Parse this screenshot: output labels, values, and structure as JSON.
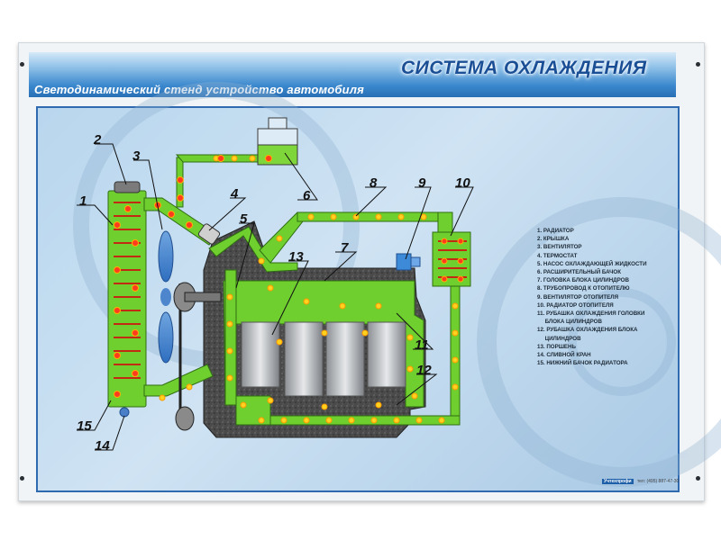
{
  "title": "СИСТЕМА ОХЛАЖДЕНИЯ",
  "subtitle": "Светодинамический стенд устройство автомобиля",
  "numbers": [
    "1",
    "2",
    "3",
    "4",
    "5",
    "6",
    "7",
    "8",
    "9",
    "10",
    "11",
    "12",
    "13",
    "14",
    "15"
  ],
  "legend": [
    "1. РАДИАТОР",
    "2. КРЫШКА",
    "3. ВЕНТИЛЯТОР",
    "4. ТЕРМОСТАТ",
    "5. НАСОС ОХЛАЖДАЮЩЕЙ ЖИДКОСТИ",
    "6. РАСШИРИТЕЛЬНЫЙ БАЧОК",
    "7. ГОЛОВКА БЛОКА ЦИЛИНДРОВ",
    "8. ТРУБОПРОВОД К ОТОПИТЕЛЮ",
    "9. ВЕНТИЛЯТОР ОТОПИТЕЛЯ",
    "10. РАДИАТОР ОТОПИТЕЛЯ",
    "11. РУБАШКА ОХЛАЖДЕНИЯ ГОЛОВКИ",
    "     БЛОКА ЦИЛИНДРОВ",
    "12. РУБАШКА ОХЛАЖДЕНИЯ БЛОКА",
    "     ЦИЛИНДРОВ",
    "13. ПОРШЕНЬ",
    "14. СЛИВНОЙ КРАН",
    "15. НИЖНИЙ БАЧОК РАДИАТОРА"
  ],
  "footer": {
    "brand": "Учтехпрофи",
    "phone": "тел: (495) 887-47-30"
  },
  "colors": {
    "coolant": "#6fcf2f",
    "led": "#ffd21f",
    "led_hot": "#ff3b1f",
    "header": "#2a6fb5",
    "title": "#1a4f96"
  }
}
